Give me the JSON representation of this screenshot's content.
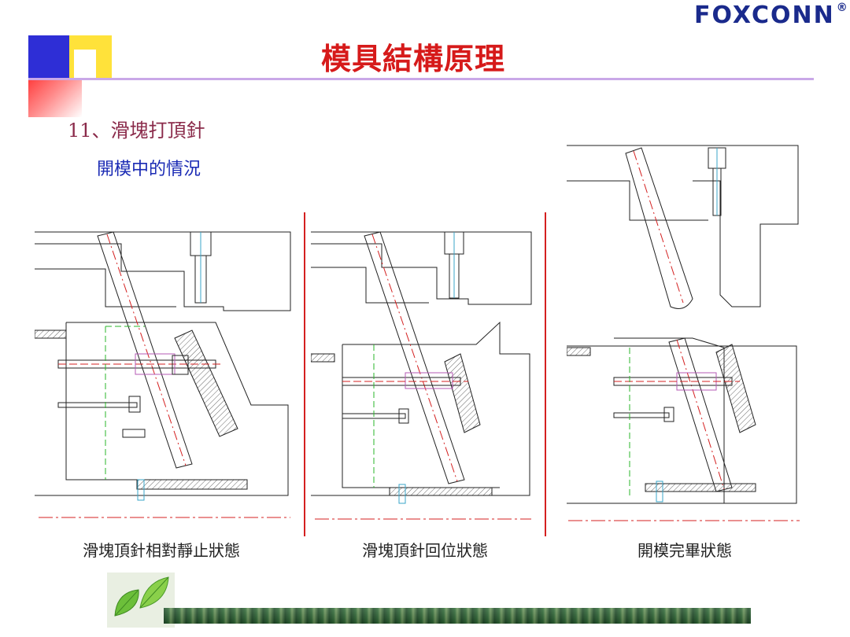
{
  "header": {
    "title": "模具結構原理",
    "logo": "FOXCONN",
    "logo_mark": "®"
  },
  "content": {
    "section_heading": "11、滑塊打頂針",
    "subheading": "開模中的情況"
  },
  "diagrams": [
    {
      "caption": "滑塊頂針相對靜止狀態"
    },
    {
      "caption": "滑塊頂針回位狀態"
    },
    {
      "caption": "開模完畢狀態"
    }
  ],
  "colors": {
    "title": "#d61a1a",
    "heading": "#8a2a4a",
    "subheading": "#1a2ab4",
    "divider": "#d42020",
    "centerline": "#d42020",
    "guide": "#2ab52a",
    "pin": "#3aa6c8",
    "spring": "#b45ab4",
    "logo": "#1a2a8c"
  }
}
